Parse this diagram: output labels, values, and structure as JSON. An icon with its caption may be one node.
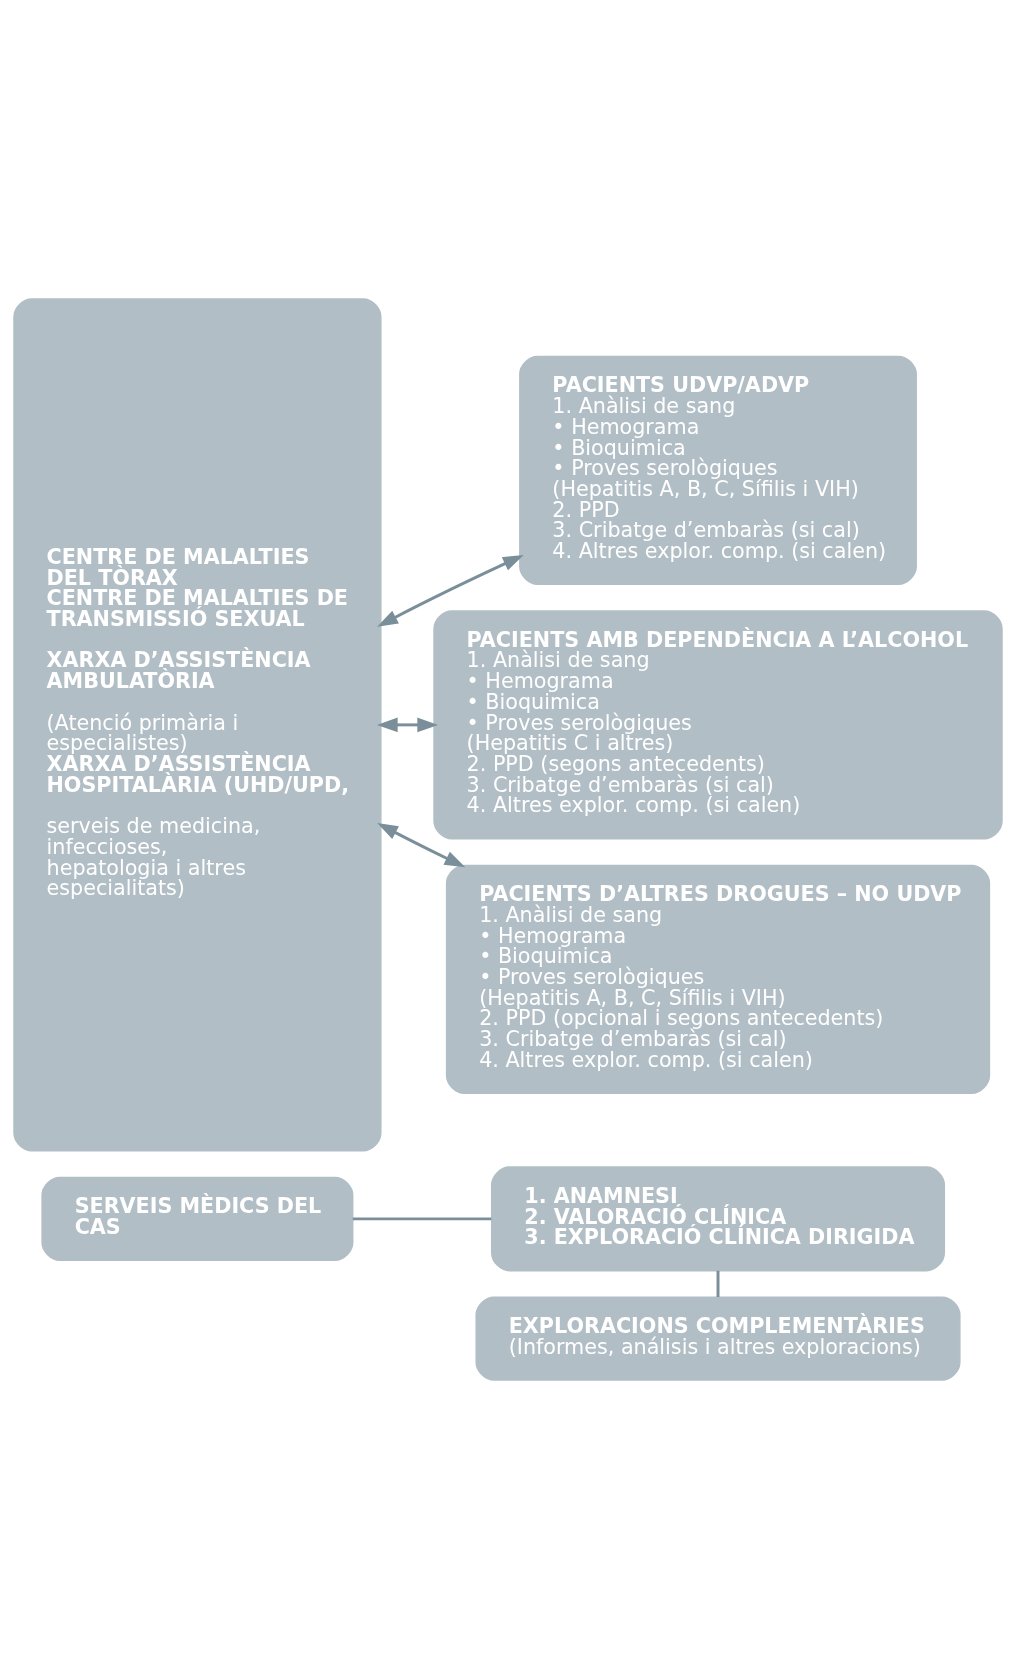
{
  "diagram": {
    "nodes": [
      {
        "text": [
          "SERVEIS MÈDICS DEL CAS"
        ]
      },
      {
        "text": [
          "1. ANAMNESI",
          "2. VALORACIÓ CLÍNICA",
          "3. EXPLORACIÓ CLÍNICA DIRIGIDA"
        ]
      },
      {
        "text": [
          "EXPLORACIONS COMPLEMENTÀRIES",
          "(Informes, análisis i altres exploracions)"
        ]
      },
      {
        "text": [
          "CENTRE DE MALALTIES DEL TÒRAX",
          "CENTRE DE MALALTIES DE TRANSMISSIÓ SEXUAL",
          "XARXA D’ASSISTÈNCIA AMBULATÒRIA",
          "(Atenció primària i especialistes)",
          "XARXA D’ASSISTÈNCIA HOSPITALÀRIA (UHD/UPD,",
          "serveis de medicina, infeccioses, hepatologia i altres especialitats)"
        ]
      },
      {
        "text": [
          "PACIENTS UDVP/ADVP",
          "1. Anàlisi de sang",
          "• Hemograma",
          "• Bioquimica",
          "• Proves serològiques",
          "(Hepatitis A, B, C, Sífilis i VIH)",
          "2. PPD",
          "3. Cribatge d’embaràs (si cal)",
          "4. Altres explor. comp. (si calen)"
        ]
      },
      {
        "text": [
          "PACIENTS AMB DEPENDÈNCIA A L’ALCOHOL",
          "1. Anàlisi de sang",
          "• Hemograma",
          "• Bioquimica",
          "• Proves serològiques",
          "(Hepatitis C i altres)",
          "2. PPD (segons antecedents)",
          "3. Cribatge d’embaràs (si cal)",
          "4. Altres explor. comp. (si calen)"
        ]
      },
      {
        "text": [
          "PACIENTS D’ALTRES DROGUES – NO UDVP",
          "1. Anàlisi de sang",
          "• Hemograma",
          "• Bioquimica",
          "• Proves serològiques",
          "(Hepatitis A, B, C, Sífilis i VIH)",
          "2. PPD (opcional i segons antecedents)",
          "3. Cribatge d’embaràs (si cal)",
          "4. Altres explor. comp. (si calen)"
        ]
      }
    ],
    "edges": [
      {
        "from": 0,
        "to": 1,
        "arrow": "none"
      },
      {
        "from": 1,
        "to": 2,
        "arrow": "none"
      },
      {
        "from": 3,
        "to": 4,
        "arrow": "both"
      },
      {
        "from": 3,
        "to": 5,
        "arrow": "both"
      },
      {
        "from": 3,
        "to": 6,
        "arrow": "both"
      }
    ]
  }
}
